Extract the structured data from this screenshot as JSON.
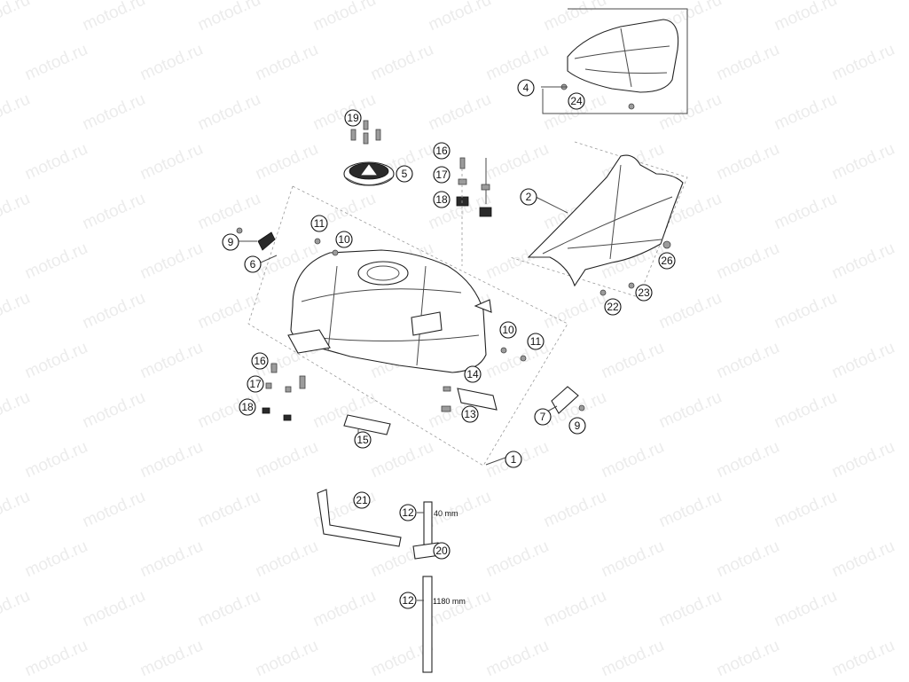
{
  "watermark": "motod.ru",
  "callouts": {
    "c1": "1",
    "c2": "2",
    "c4": "4",
    "c5": "5",
    "c6": "6",
    "c7": "7",
    "c9a": "9",
    "c9b": "9",
    "c10a": "10",
    "c10b": "10",
    "c11a": "11",
    "c11b": "11",
    "c12a": "12",
    "c12b": "12",
    "c13": "13",
    "c14": "14",
    "c15": "15",
    "c16a": "16",
    "c16b": "16",
    "c17a": "17",
    "c17b": "17",
    "c18a": "18",
    "c18b": "18",
    "c19": "19",
    "c20": "20",
    "c21": "21",
    "c22": "22",
    "c23": "23",
    "c24": "24",
    "c26": "26"
  },
  "dimensions": {
    "hose_short": "40 mm",
    "hose_long": "1180 mm"
  }
}
